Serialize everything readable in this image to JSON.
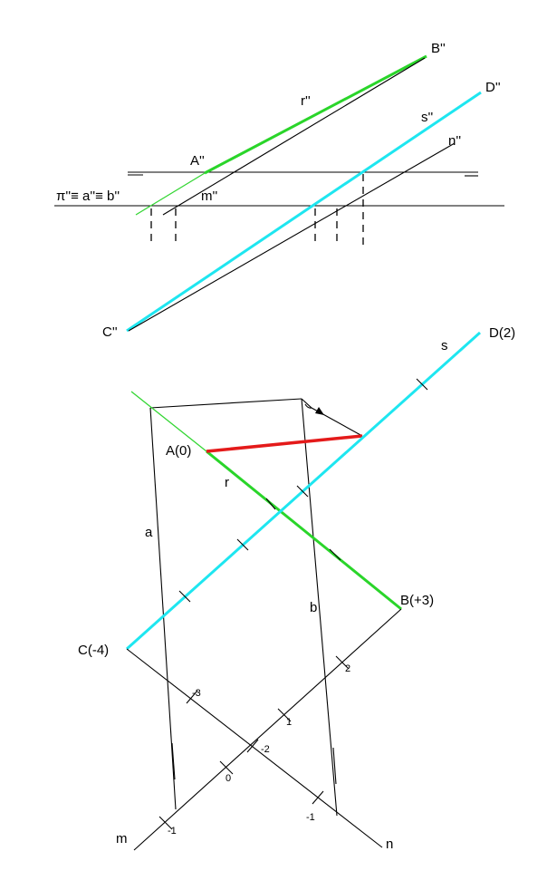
{
  "colors": {
    "cyan": "#1ee6f0",
    "green": "#2ad52a",
    "red": "#e41a1a"
  },
  "labels": {
    "B2": "B''",
    "D2": "D''",
    "r2": "r''",
    "s2": "s''",
    "n2": "n''",
    "A2": "A''",
    "m2": "m''",
    "pi": "π''≡ a''≡ b''",
    "C2": "C''",
    "D": "D(2)",
    "s": "s",
    "A": "A(0)",
    "r": "r",
    "a": "a",
    "b": "b",
    "B": "B(+3)",
    "C": "C(-4)",
    "m": "m",
    "n": "n"
  },
  "graduation_labels": {
    "m_minus1": "-1",
    "m_0": "0",
    "m_1": "1",
    "m_2": "2",
    "n_minus3": "-3",
    "n_minus2": "-2",
    "n_minus1": "-1"
  }
}
